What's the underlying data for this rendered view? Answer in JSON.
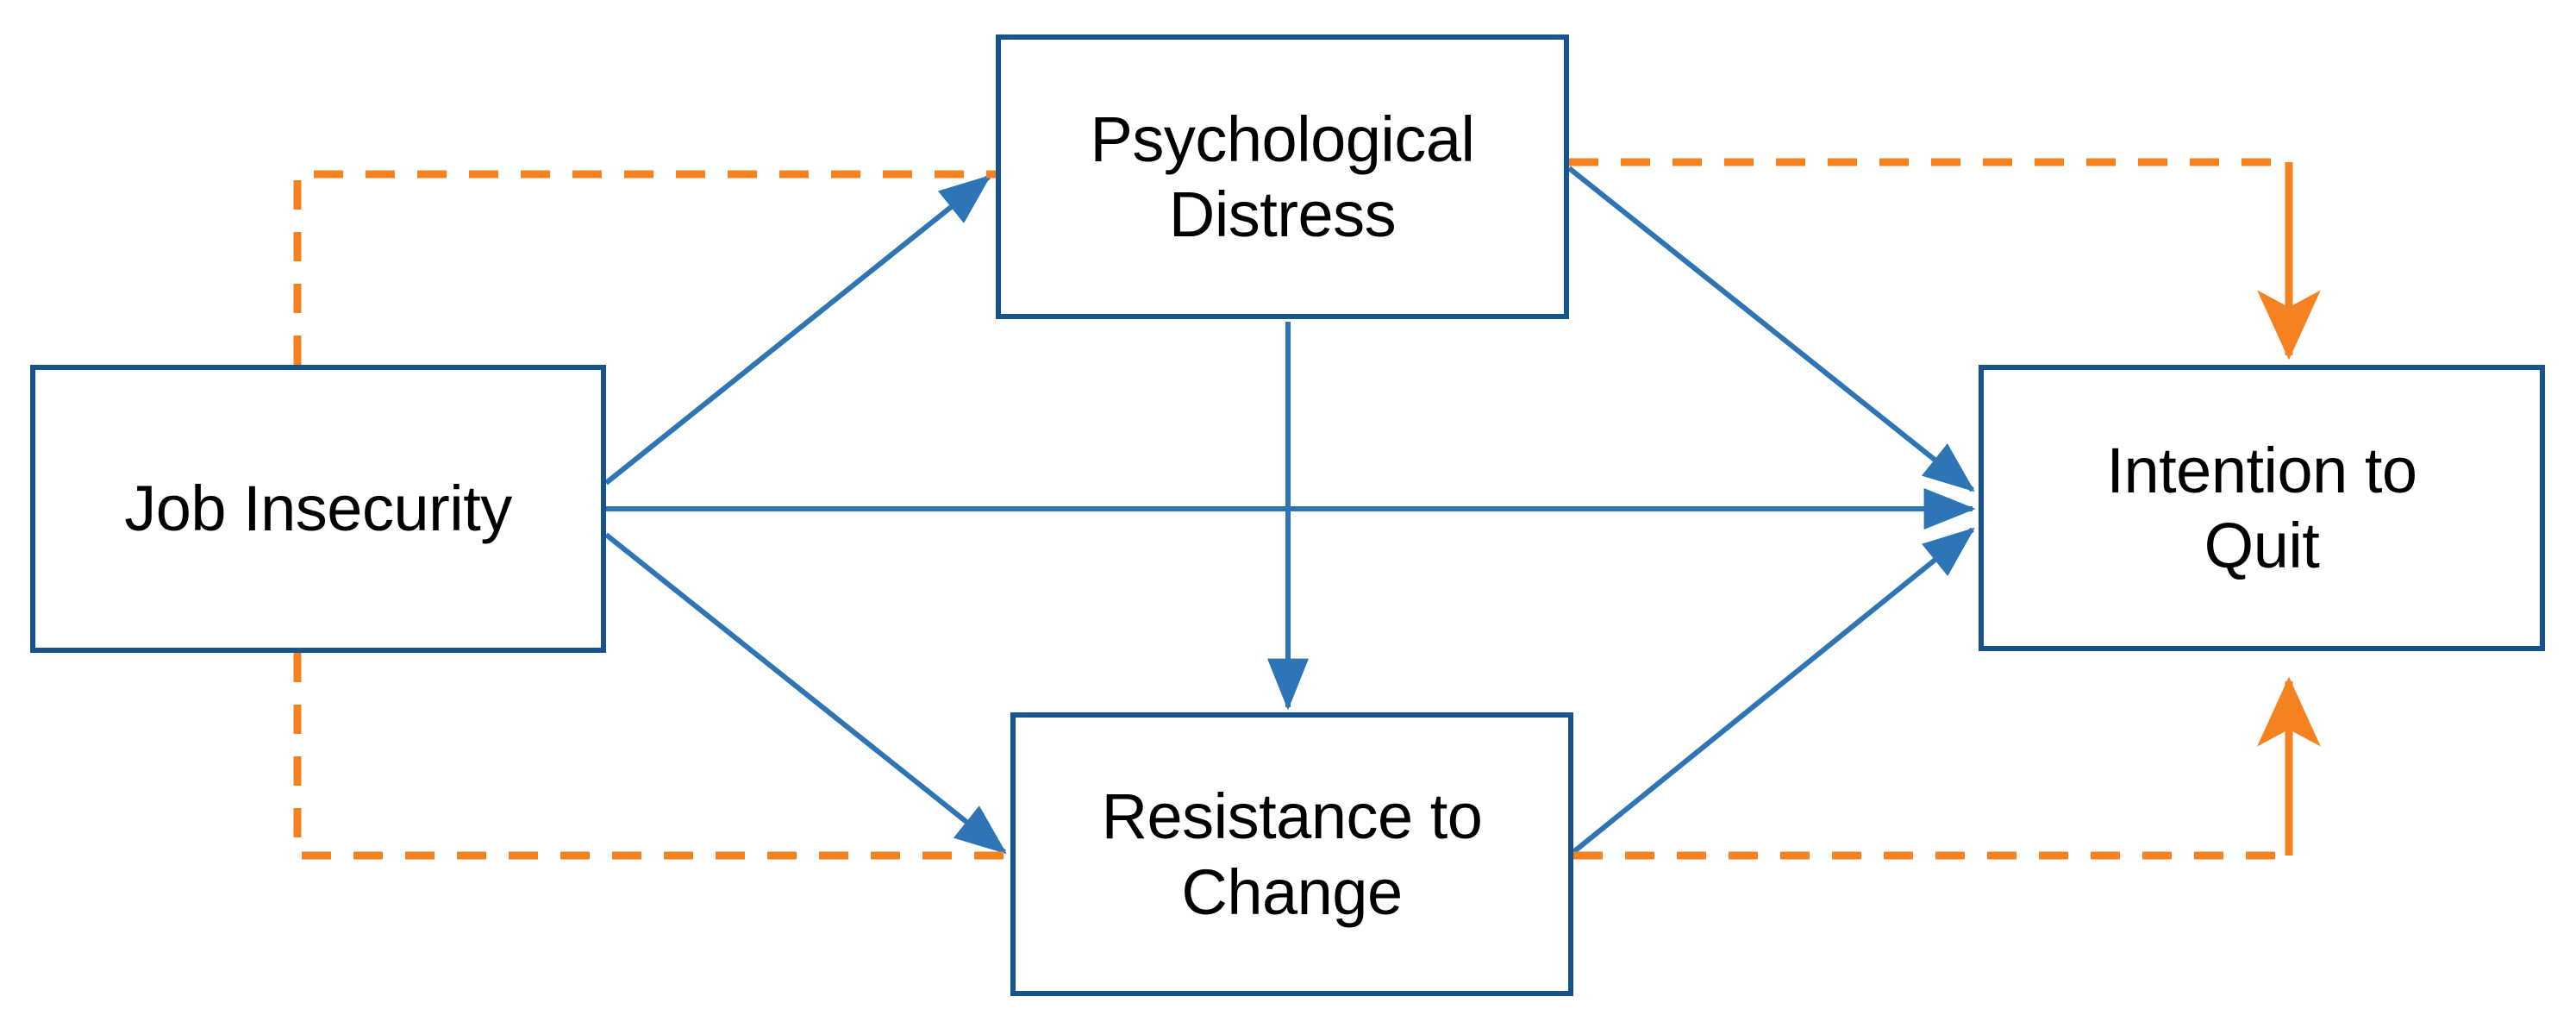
{
  "diagram": {
    "title": "Job Insecurity mediation model",
    "background_color": "#ffffff",
    "node_border_color": "#17548E",
    "solid_arrow_color": "#2E75B6",
    "dashed_arrow_color": "#F58220",
    "nodes": [
      {
        "id": "job-insecurity",
        "label": "Job Insecurity"
      },
      {
        "id": "psychological-distress",
        "label": "Psychological\nDistress"
      },
      {
        "id": "resistance-to-change",
        "label": "Resistance to\nChange"
      },
      {
        "id": "intention-to-quit",
        "label": "Intention to\nQuit"
      }
    ],
    "edges": [
      {
        "id": "ji-to-pd",
        "from": "Job Insecurity",
        "to": "Psychological Distress",
        "style": "solid",
        "color": "#2E75B6"
      },
      {
        "id": "ji-to-rc",
        "from": "Job Insecurity",
        "to": "Resistance to Change",
        "style": "solid",
        "color": "#2E75B6"
      },
      {
        "id": "ji-to-itq",
        "from": "Job Insecurity",
        "to": "Intention to Quit",
        "style": "solid",
        "color": "#2E75B6"
      },
      {
        "id": "pd-to-itq",
        "from": "Psychological Distress",
        "to": "Intention to Quit",
        "style": "solid",
        "color": "#2E75B6"
      },
      {
        "id": "pd-to-rc",
        "from": "Psychological Distress",
        "to": "Resistance to Change",
        "style": "solid",
        "color": "#2E75B6"
      },
      {
        "id": "rc-to-itq",
        "from": "Resistance to Change",
        "to": "Intention to Quit",
        "style": "solid",
        "color": "#2E75B6"
      },
      {
        "id": "ji-pd-dashed",
        "from": "Job Insecurity",
        "to": "Psychological Distress",
        "style": "dashed",
        "color": "#F58220"
      },
      {
        "id": "ji-rc-dashed",
        "from": "Job Insecurity",
        "to": "Resistance to Change",
        "style": "dashed",
        "color": "#F58220"
      },
      {
        "id": "pd-itq-dashed",
        "from": "Psychological Distress",
        "to": "Intention to Quit",
        "style": "dashed",
        "color": "#F58220"
      },
      {
        "id": "rc-itq-dashed",
        "from": "Resistance to Change",
        "to": "Intention to Quit",
        "style": "dashed",
        "color": "#F58220"
      }
    ]
  }
}
